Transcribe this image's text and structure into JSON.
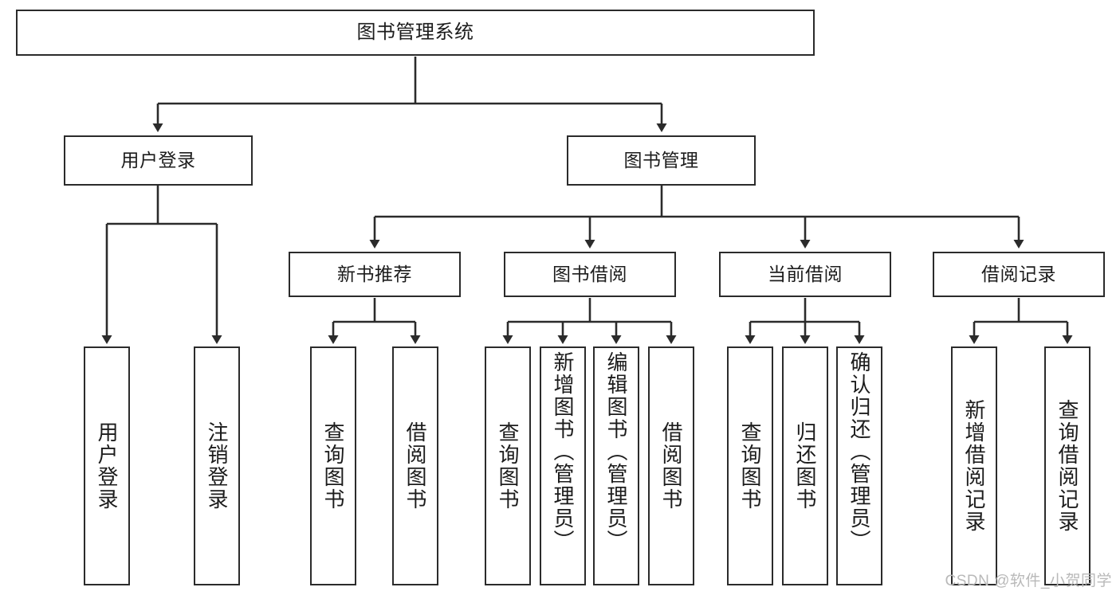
{
  "diagram": {
    "title": "图书管理系统",
    "watermark": "CSDN @软件_小贺同学",
    "colors": {
      "box_border": "#2b2b2b",
      "box_fill": "#ffffff",
      "connector": "#2b2b2b",
      "text": "#1c1c1c",
      "watermark": "#b9b9b9",
      "background": "#ffffff"
    },
    "root": {
      "label": "图书管理系统"
    },
    "level2": [
      {
        "label": "用户登录"
      },
      {
        "label": "图书管理"
      }
    ],
    "level3": [
      {
        "label": "新书推荐"
      },
      {
        "label": "图书借阅"
      },
      {
        "label": "当前借阅"
      },
      {
        "label": "借阅记录"
      }
    ],
    "leaves": {
      "user_login": [
        {
          "label": "用户登录"
        },
        {
          "label": "注销登录"
        }
      ],
      "new_book": [
        {
          "label": "查询图书"
        },
        {
          "label": "借阅图书"
        }
      ],
      "book_borrow": [
        {
          "label": "查询图书"
        },
        {
          "label": "新增图书（管理员）"
        },
        {
          "label": "编辑图书（管理员）"
        },
        {
          "label": "借阅图书"
        }
      ],
      "current_borrow": [
        {
          "label": "查询图书"
        },
        {
          "label": "归还图书"
        },
        {
          "label": "确认归还（管理员）"
        }
      ],
      "borrow_record": [
        {
          "label": "新增借阅记录"
        },
        {
          "label": "查询借阅记录"
        }
      ]
    }
  }
}
